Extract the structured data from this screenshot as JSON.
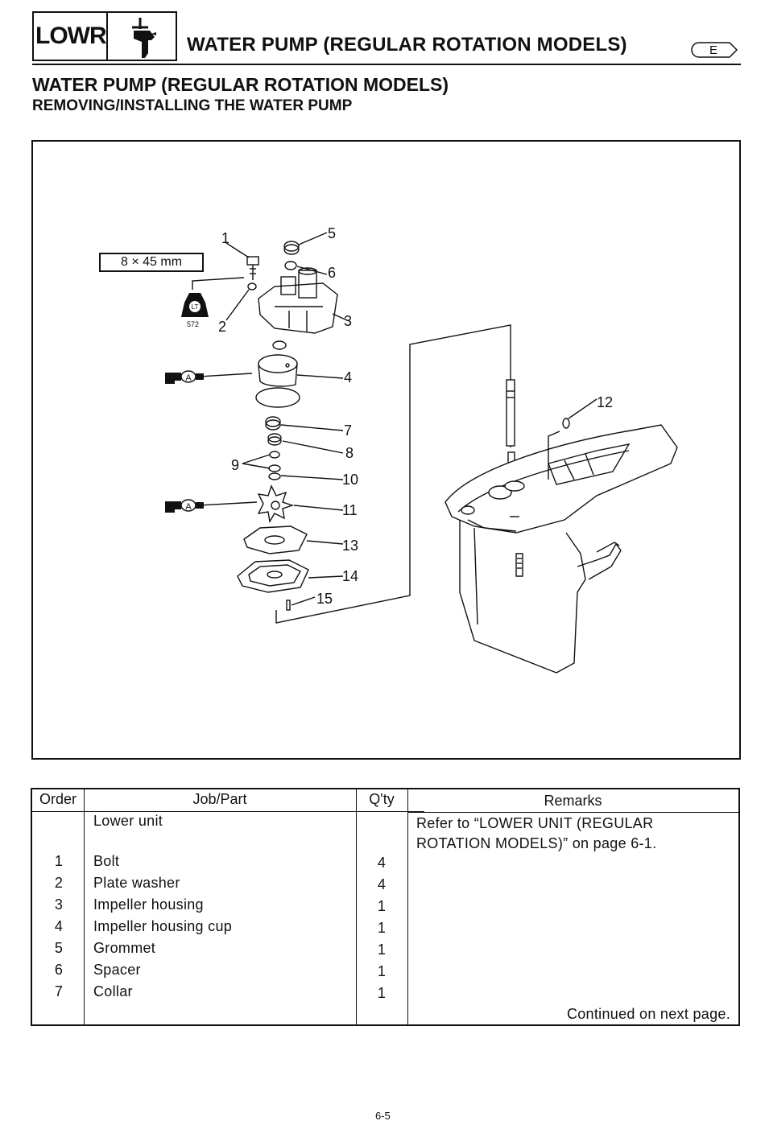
{
  "header": {
    "section_code": "LOWR",
    "section_icon": "lower-unit-icon",
    "title": "WATER PUMP (REGULAR ROTATION MODELS)",
    "language_badge": "E"
  },
  "heading": "WATER PUMP (REGULAR ROTATION MODELS)",
  "subheading": "REMOVING/INSTALLING THE WATER PUMP",
  "diagram": {
    "bolt_size": "8 × 45 mm",
    "locktite_label": "LT",
    "locktite_number": "572",
    "grease_label": "A",
    "callouts": [
      "1",
      "2",
      "3",
      "4",
      "5",
      "6",
      "7",
      "8",
      "9",
      "10",
      "11",
      "12",
      "13",
      "14",
      "15"
    ]
  },
  "table": {
    "headers": {
      "order": "Order",
      "part": "Job/Part",
      "qty": "Q'ty",
      "remarks": "Remarks"
    },
    "rows": [
      {
        "order": "",
        "part": "Lower unit",
        "qty": ""
      },
      {
        "order": "1",
        "part": "Bolt",
        "qty": "4"
      },
      {
        "order": "2",
        "part": "Plate washer",
        "qty": "4"
      },
      {
        "order": "3",
        "part": "Impeller housing",
        "qty": "1"
      },
      {
        "order": "4",
        "part": "Impeller housing cup",
        "qty": "1"
      },
      {
        "order": "5",
        "part": "Grommet",
        "qty": "1"
      },
      {
        "order": "6",
        "part": "Spacer",
        "qty": "1"
      },
      {
        "order": "7",
        "part": "Collar",
        "qty": "1"
      }
    ],
    "remark_first_row": "Refer to “LOWER UNIT (REGULAR ROTATION MODELS)” on page 6-1.",
    "continued": "Continued on next page."
  },
  "page_number": "6-5"
}
